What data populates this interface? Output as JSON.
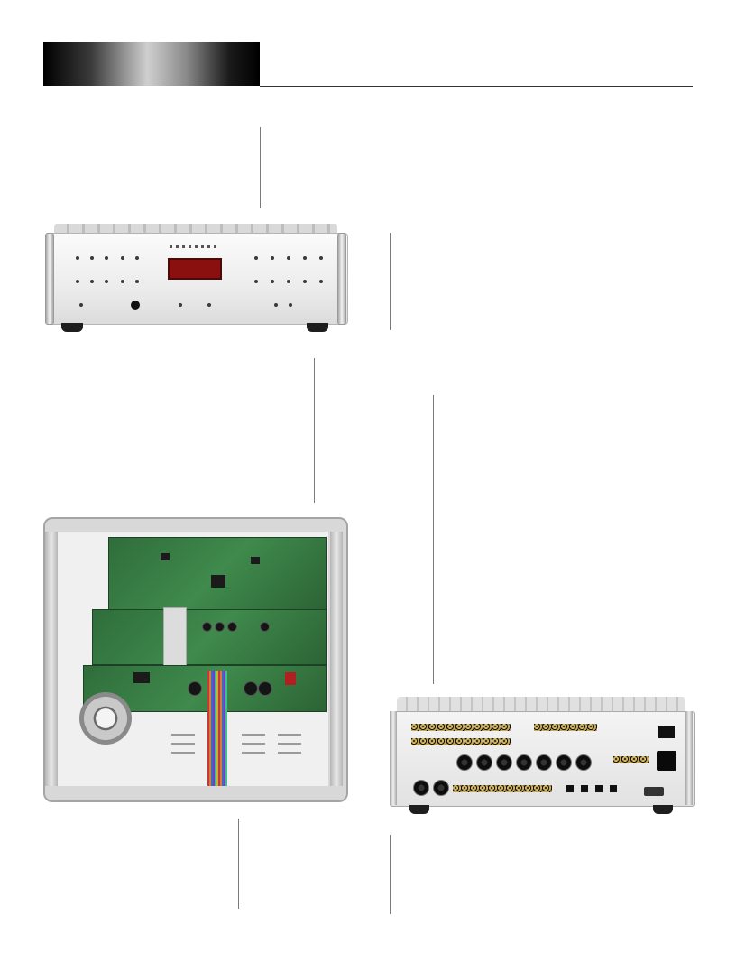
{
  "page": {
    "background": "#ffffff",
    "header_gradient": [
      "#000000",
      "#cfcfcf",
      "#000000"
    ],
    "rule_color": "#7a7a7a"
  },
  "images": {
    "front_panel": {
      "icon": "amplifier-front-panel-photo",
      "display_color": "#8a1010"
    },
    "interior": {
      "icon": "amplifier-interior-photo",
      "pcb_color": "#3f8a4c"
    },
    "back_panel": {
      "icon": "amplifier-back-panel-photo"
    }
  }
}
